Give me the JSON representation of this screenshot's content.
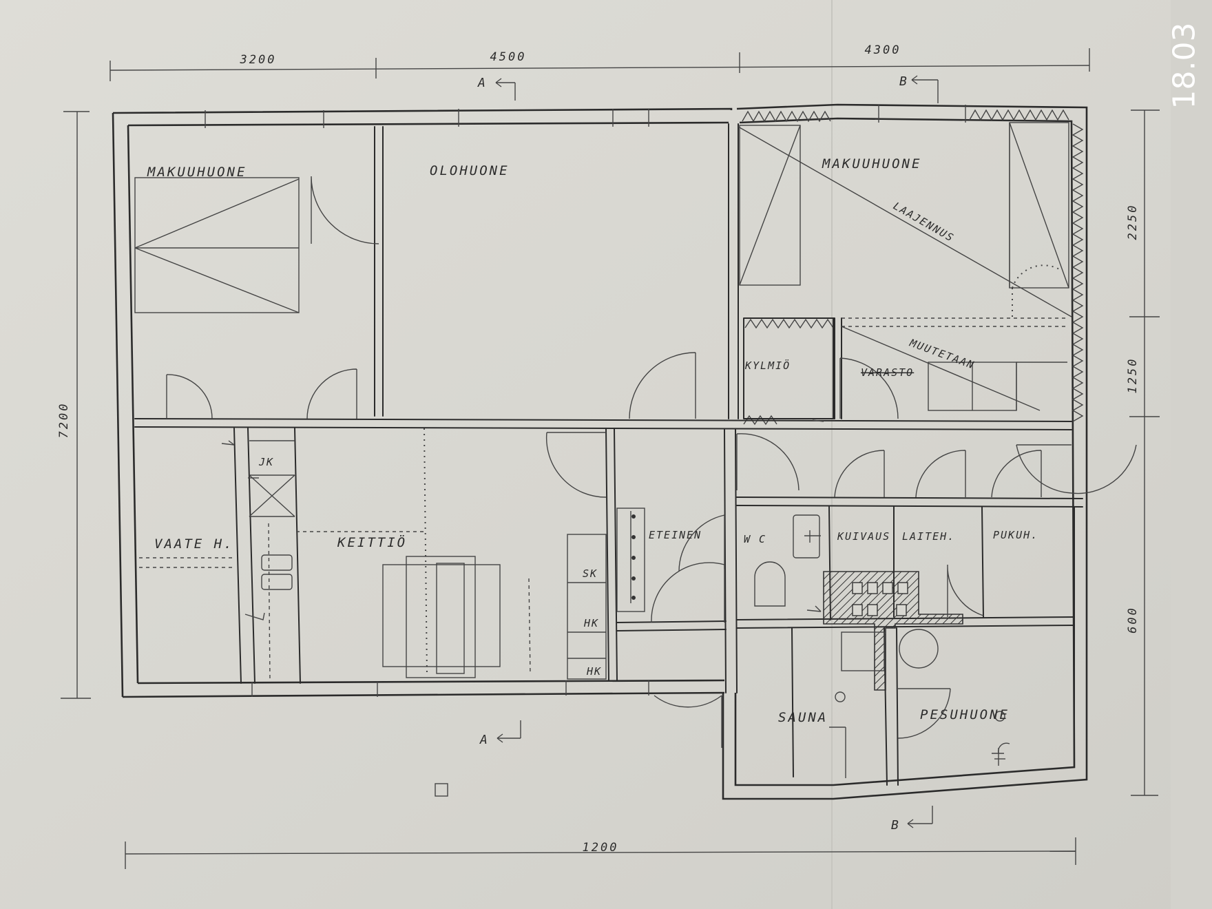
{
  "photo_timestamp": "18.03",
  "dimensions": {
    "top_left": "3200",
    "top_middle": "4500",
    "top_right": "4300",
    "left_height": "7200",
    "right_upper": "2250",
    "right_middle": "1250",
    "right_lower": "600",
    "bottom_total": "1200"
  },
  "section_markers": {
    "a_top": "A",
    "b_top": "B",
    "a_bottom": "A",
    "b_bottom": "B"
  },
  "rooms": {
    "makuuhuone_left": "MAKUUHUONE",
    "olohuone": "OLOHUONE",
    "makuuhuone_right": "MAKUUHUONE",
    "laajennus": "LAAJENNUS",
    "kylmio": "KYLMIÖ",
    "varasto": "VARASTO",
    "muutetaan": "MUUTETAAN",
    "vaateh": "VAATE H.",
    "keittio": "KEITTIÖ",
    "eteinen": "ETEINEN",
    "wc": "W C",
    "kuivaus": "KUIVAUS",
    "laiteh": "LAITEH.",
    "pukuh": "PUKUH.",
    "sauna": "SAUNA",
    "pesuhuone": "PESUHUONE"
  },
  "fixtures": {
    "jk": "JK",
    "sk": "SK",
    "hk1": "HK",
    "hk2": "HK"
  },
  "colors": {
    "paper": "#d9d8d2",
    "ink": "#2b2b2b"
  }
}
